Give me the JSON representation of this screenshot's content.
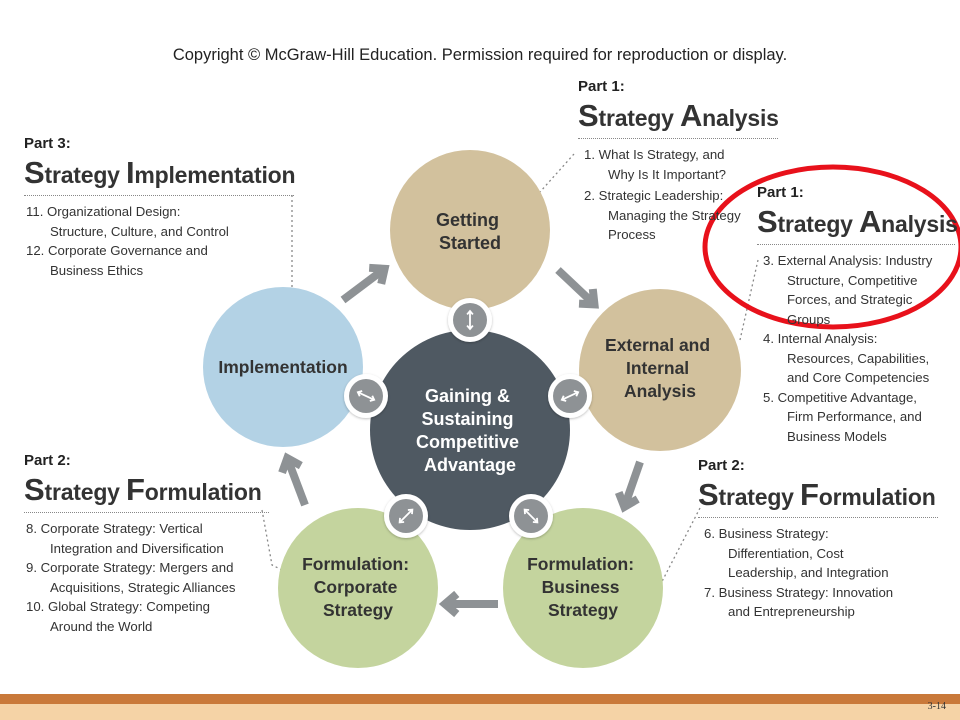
{
  "copyright": "Copyright © McGraw-Hill Education. Permission required for reproduction or display.",
  "part1_top": {
    "label": "Part 1:",
    "title_words": [
      {
        "initial": "S",
        "rest": "trategy "
      },
      {
        "initial": "A",
        "rest": "nalysis"
      }
    ],
    "items": [
      "1. What Is Strategy, and Why Is It Important?",
      "2. Strategic Leadership: Managing the Strategy Process"
    ]
  },
  "part1_right": {
    "label": "Part 1:",
    "title_words": [
      {
        "initial": "S",
        "rest": "trategy "
      },
      {
        "initial": "A",
        "rest": "nalysis"
      }
    ],
    "items": [
      "3. External Analysis: Industry Structure, Competitive Forces, and Strategic Groups",
      "4. Internal Analysis: Resources, Capabilities, and Core Competencies",
      "5. Competitive Advantage, Firm Performance, and Business Models"
    ]
  },
  "part2_right": {
    "label": "Part 2:",
    "title_words": [
      {
        "initial": "S",
        "rest": "trategy "
      },
      {
        "initial": "F",
        "rest": "ormulation"
      }
    ],
    "items": [
      "6. Business Strategy: Differentiation, Cost Leadership, and Integration",
      "7. Business Strategy: Innovation and Entrepreneurship"
    ]
  },
  "part2_left": {
    "label": "Part 2:",
    "title_words": [
      {
        "initial": "S",
        "rest": "trategy "
      },
      {
        "initial": "F",
        "rest": "ormulation"
      }
    ],
    "items": [
      "8. Corporate Strategy: Vertical Integration and Diversification",
      "9. Corporate Strategy: Mergers and Acquisitions, Strategic Alliances",
      "10. Global Strategy: Competing Around the World"
    ]
  },
  "part3_left": {
    "label": "Part 3:",
    "title_words": [
      {
        "initial": "S",
        "rest": "trategy "
      },
      {
        "initial": "I",
        "rest": "mplementation"
      }
    ],
    "items": [
      "11. Organizational Design: Structure, Culture, and Control",
      "12. Corporate Governance and Business Ethics"
    ]
  },
  "circles": {
    "center": [
      "Gaining &",
      "Sustaining",
      "Competitive",
      "Advantage"
    ],
    "getting_started": [
      "Getting",
      "Started"
    ],
    "external_internal": [
      "External and",
      "Internal",
      "Analysis"
    ],
    "formulation_business": [
      "Formulation:",
      "Business",
      "Strategy"
    ],
    "formulation_corporate": [
      "Formulation:",
      "Corporate",
      "Strategy"
    ],
    "implementation": [
      "Implementation"
    ]
  },
  "colors": {
    "getting_started": "#d2c19d",
    "external_internal": "#d2c19d",
    "formulation": "#c4d49e",
    "implementation": "#b3d2e5",
    "center": "#4f5962",
    "arrow": "#8e9295",
    "highlight": "#e8111b"
  },
  "page_number": "3-14"
}
